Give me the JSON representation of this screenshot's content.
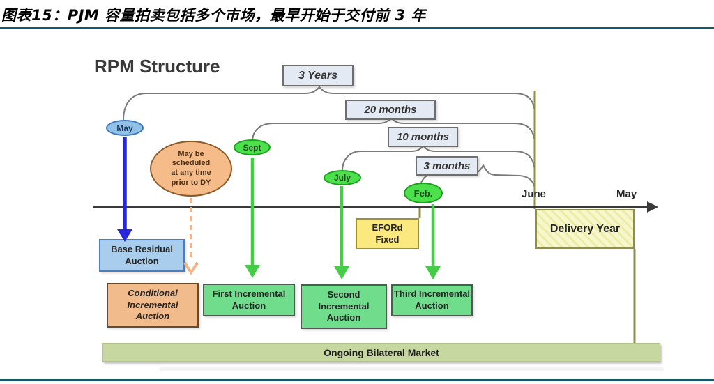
{
  "figure": {
    "caption": "图表15：PJM 容量拍卖包括多个市场，最早开始于交付前 3 年"
  },
  "diagram": {
    "title": "RPM Structure",
    "duration_boxes": [
      {
        "label": "3 Years"
      },
      {
        "label": "20 months"
      },
      {
        "label": "10 months"
      },
      {
        "label": "3 months"
      }
    ],
    "months": [
      {
        "label": "May"
      },
      {
        "label": "Sept"
      },
      {
        "label": "July"
      },
      {
        "label": "Feb."
      }
    ],
    "note": {
      "text": "May be\nscheduled\nat any time\nprior to DY"
    },
    "auctions": {
      "base_residual": "Base Residual\nAuction",
      "conditional": "Conditional\nIncremental\nAuction",
      "first": "First Incremental\nAuction",
      "second": "Second\nIncremental\nAuction",
      "third": "Third Incremental\nAuction"
    },
    "eford": "EFORd\nFixed",
    "timeline": {
      "june": "June",
      "may": "May",
      "delivery_year": "Delivery Year"
    },
    "bilateral": "Ongoing Bilateral Market",
    "colors": {
      "rule_teal": "#15586e",
      "blue_arrow": "#2727e0",
      "green_arrow": "#47cc47",
      "orange_dashed": "#f2b488",
      "olive_line": "#8f8f4a",
      "connector_gray": "#7a7a7a",
      "timeline_black": "#3a3a3a",
      "duration_box_fill": "#e4eaf3",
      "green_box_fill": "#70dd8d",
      "blue_box_fill": "#a9cdec",
      "orange_box_fill": "#f2bb8b",
      "yellow_box_fill": "#fbe97f",
      "bilateral_bar_fill": "#c6d89f"
    }
  }
}
